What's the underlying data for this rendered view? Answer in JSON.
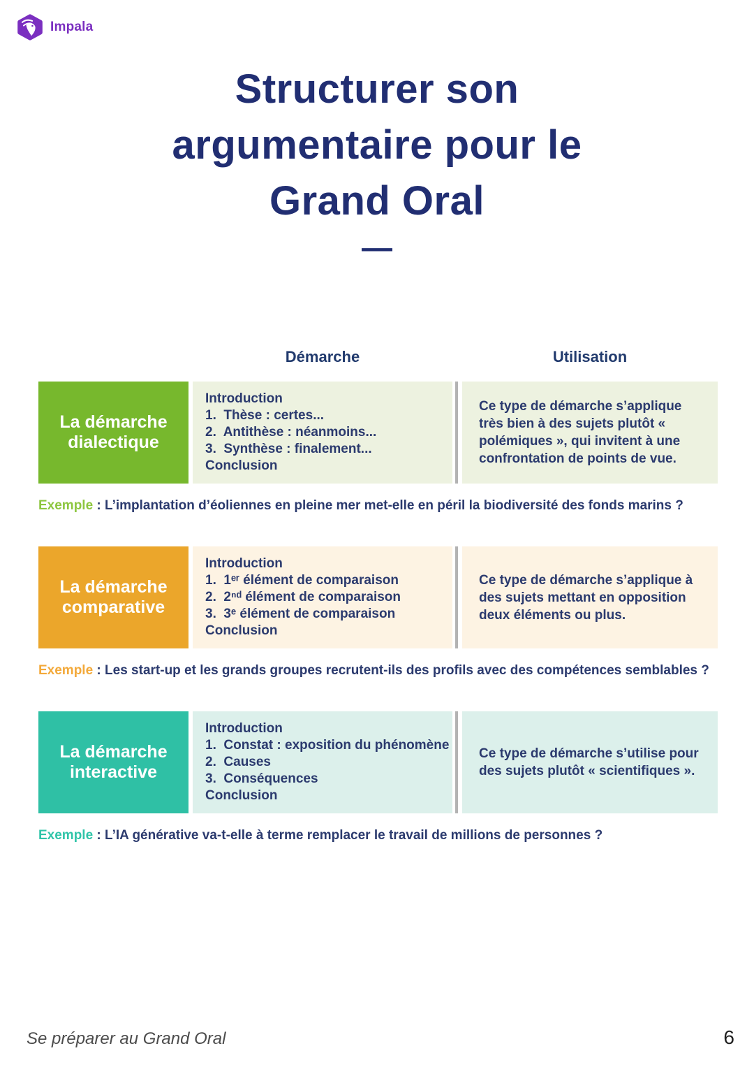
{
  "logo": {
    "brand": "Impala"
  },
  "title": {
    "lines": [
      "Structurer son",
      "argumentaire pour le",
      "Grand Oral"
    ],
    "dash": "—"
  },
  "table": {
    "headers": {
      "demarche": "Démarche",
      "utilisation": "Utilisation"
    },
    "rows": [
      {
        "label_lines": [
          "La démarche",
          "dialectique"
        ],
        "steps": [
          "Introduction",
          "1.  Thèse : certes...",
          "2.  Antithèse : néanmoins...",
          "3.  Synthèse : finalement...",
          "Conclusion"
        ],
        "utilisation": "Ce type de démarche s’applique très bien à des sujets plutôt « polémiques », qui invitent à une confrontation de points de vue.",
        "example_label": "Exemple",
        "example_text": " : L’implantation d’éoliennes en pleine mer met-elle en péril la biodiversité des fonds marins ?",
        "colors": {
          "label_bg": "#77b82d",
          "cell_bg": "#edf2e0",
          "accent": "#8dc63f"
        }
      },
      {
        "label_lines": [
          "La démarche",
          "comparative"
        ],
        "steps": [
          "Introduction",
          "1.  1ᵉʳ élément de comparaison",
          "2.  2ⁿᵈ élément de comparaison",
          "3.  3ᵉ élément de comparaison",
          "Conclusion"
        ],
        "utilisation": "Ce type de démarche s’applique à des sujets mettant en opposition deux éléments ou plus.",
        "example_label": "Exemple",
        "example_text": " : Les start-up et les grands groupes recrutent-ils des profils avec des compétences semblables ?",
        "colors": {
          "label_bg": "#eba62b",
          "cell_bg": "#fdf3e3",
          "accent": "#f3a93a"
        }
      },
      {
        "label_lines": [
          "La démarche",
          "interactive"
        ],
        "steps": [
          "Introduction",
          "1.  Constat : exposition du phénomène",
          "2.  Causes",
          "3.  Conséquences",
          "Conclusion"
        ],
        "utilisation": "Ce type de démarche s’utilise pour des sujets plutôt « scientifiques ».",
        "example_label": "Exemple",
        "example_text": " : L’IA générative va-t-elle à terme remplacer le travail de millions de personnes ?",
        "colors": {
          "label_bg": "#2fc0a5",
          "cell_bg": "#dcf0eb",
          "accent": "#2fc4a8"
        }
      }
    ]
  },
  "footer": {
    "left": "Se préparer au Grand Oral",
    "page_number": "6"
  },
  "colors": {
    "navy_title": "#212e72",
    "navy_text": "#2b3a6e",
    "divider": "#b3b3b3",
    "purple": "#7b2fc0",
    "footer_gray": "#4c4c4c",
    "page_num": "#1f1f1f"
  }
}
